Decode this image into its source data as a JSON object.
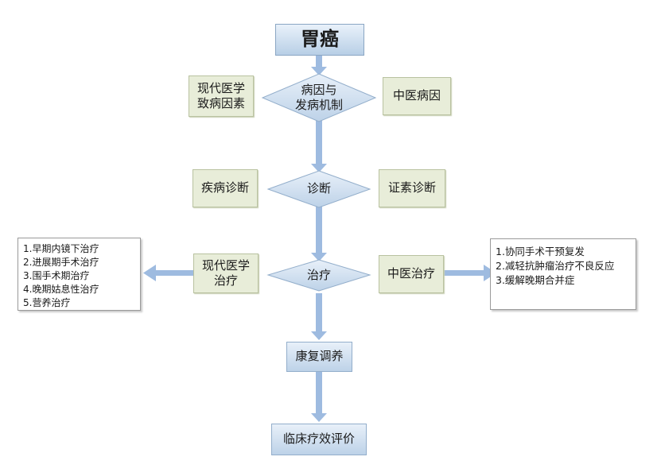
{
  "title": "胃癌",
  "steps": {
    "etiology": [
      "病因与",
      "发病机制"
    ],
    "diagnosis": "诊断",
    "treatment": "治疗",
    "rehab": "康复调养",
    "evaluation": "临床疗效评价"
  },
  "sides": {
    "modern_cause": [
      "现代医学",
      "致病因素"
    ],
    "tcm_cause": "中医病因",
    "disease_dx": "疾病诊断",
    "syndrome_dx": "证素诊断",
    "modern_tx": [
      "现代医学",
      "治疗"
    ],
    "tcm_tx": "中医治疗"
  },
  "modern_list": [
    "1.早期内镜下治疗",
    "2.进展期手术治疗",
    "3.围手术期治疗",
    "4.晚期姑息性治疗",
    "5.营养治疗"
  ],
  "tcm_list": [
    "1.协同手术干预复发",
    "2.减轻抗肿瘤治疗不良反应",
    "3.缓解晚期合并症"
  ],
  "colors": {
    "arrow": "#9ebbe0",
    "diamond_fill_top": "#e8f0f9",
    "diamond_fill_bottom": "#bdd2e8",
    "green_box": "#e8edd9"
  }
}
